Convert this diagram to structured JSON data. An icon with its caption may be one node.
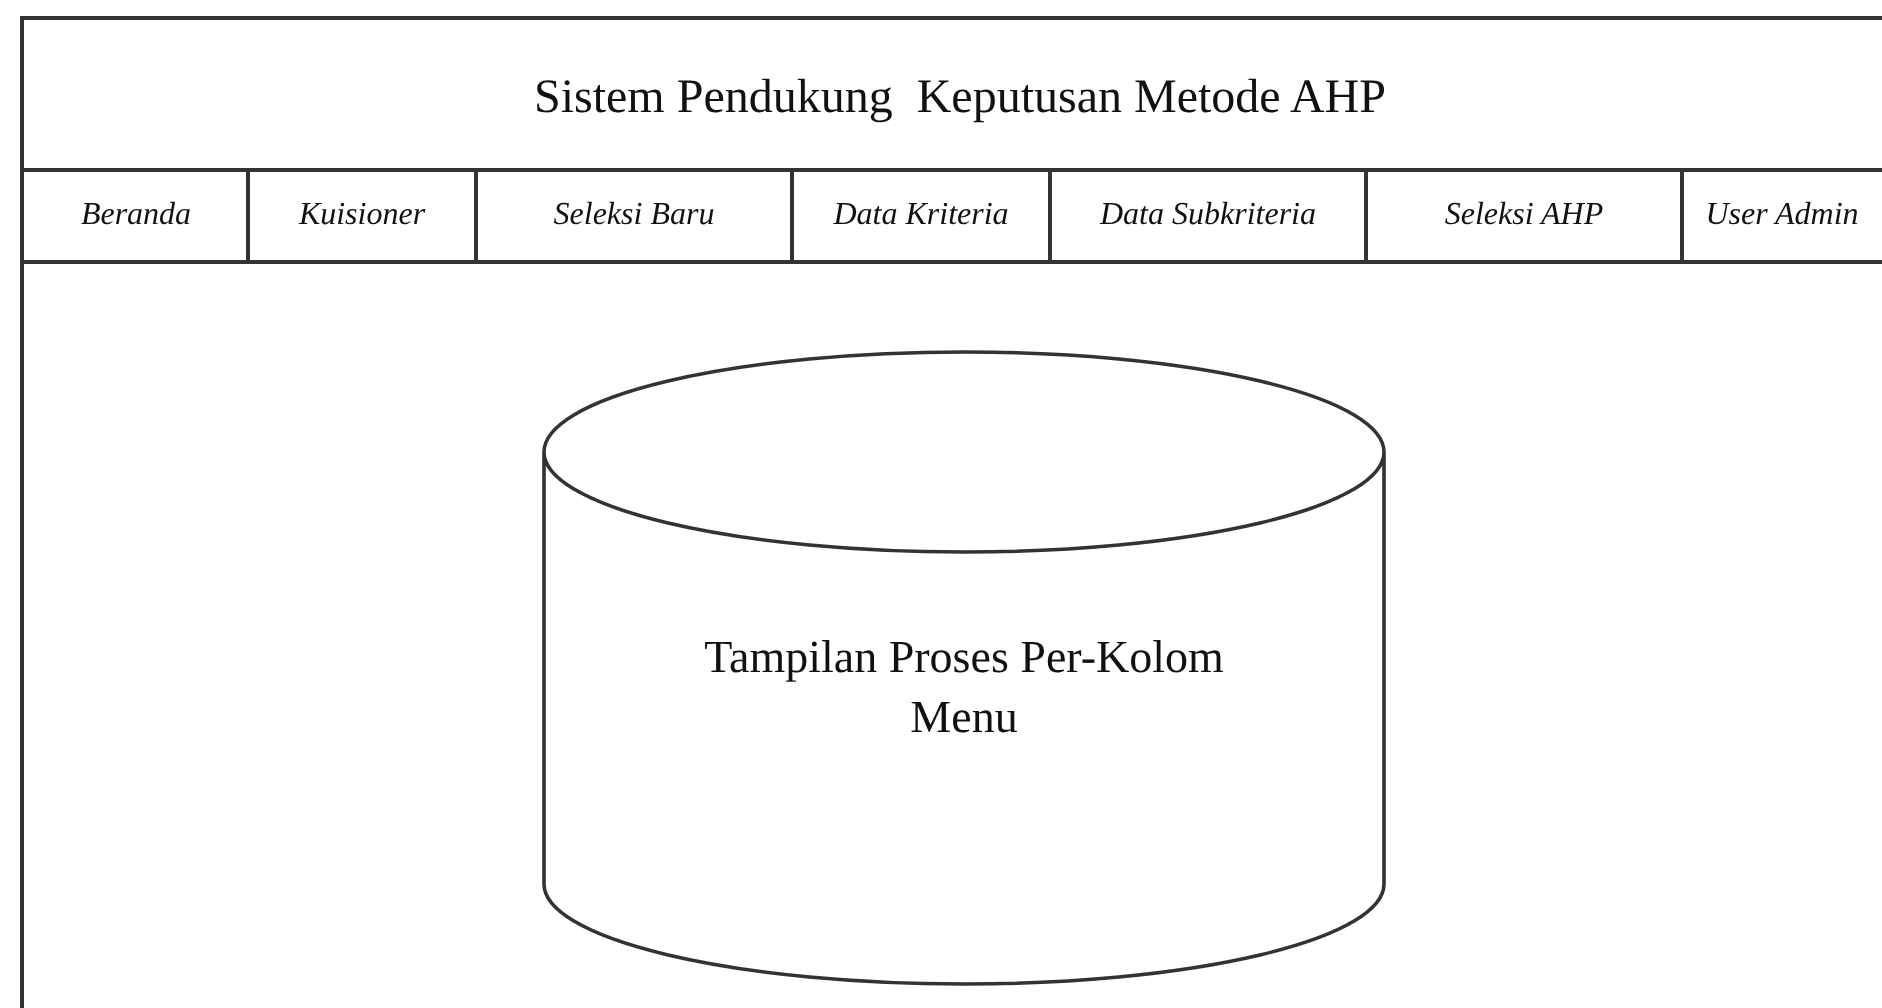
{
  "diagram": {
    "title": "Sistem Pendukung  Keputusan Metode AHP",
    "nodes": [
      {
        "text": [
          "Tampilan Proses Per-Kolom Menu"
        ]
      }
    ],
    "labels": [
      "Beranda",
      "Kuisioner",
      "Seleksi Baru",
      "Data Kriteria",
      "Data Subkriteria",
      "Seleksi AHP",
      "User Admin"
    ]
  }
}
